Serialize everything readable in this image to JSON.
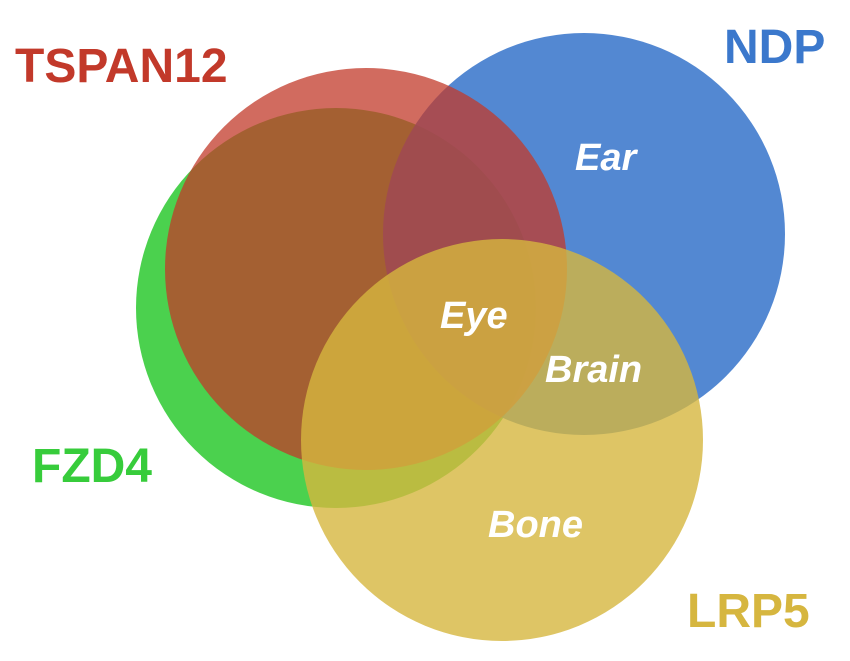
{
  "sets": {
    "fzd4": {
      "name": "FZD4",
      "color": "#37CC3B"
    },
    "tspan12": {
      "name": "TSPAN12",
      "color": "#C2392A"
    },
    "ndp": {
      "name": "NDP",
      "color": "#3B78CC"
    },
    "lrp5": {
      "name": "LRP5",
      "color": "#D6B63F"
    }
  },
  "regions": {
    "ear": "Ear",
    "eye": "Eye",
    "brain": "Brain",
    "bone": "Bone"
  }
}
